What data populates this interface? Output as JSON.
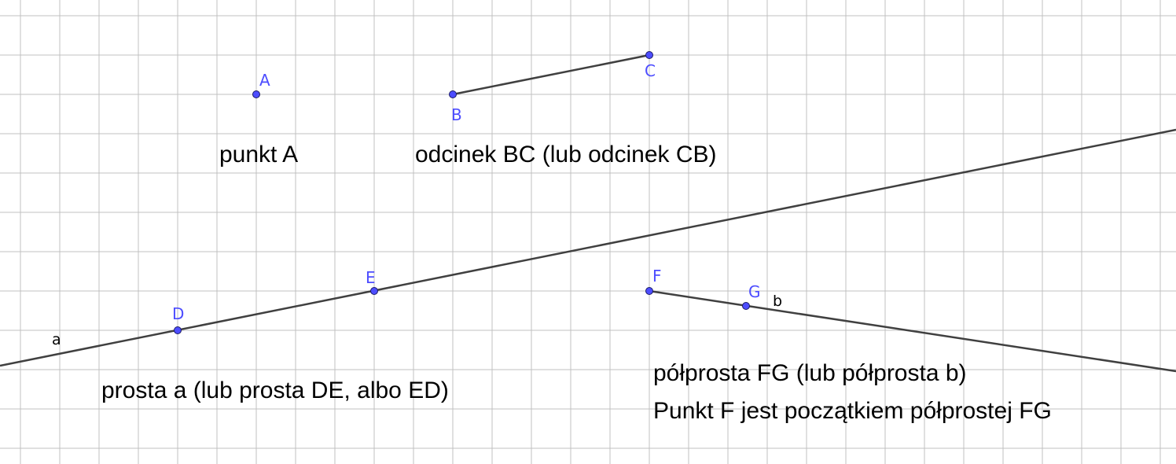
{
  "colors": {
    "background": "#ffffff",
    "grid": "#c0c0c0",
    "line": "#404040",
    "point_fill": "#4d4dff",
    "point_stroke": "#1a1a66",
    "point_label": "#4d4dff",
    "caption": "#000000"
  },
  "points": {
    "A": "A",
    "B": "B",
    "C": "C",
    "D": "D",
    "E": "E",
    "F": "F",
    "G": "G"
  },
  "objects": {
    "line": "a",
    "ray": "b"
  },
  "captions": {
    "point": "punkt A",
    "segment": "odcinek BC (lub odcinek CB)",
    "line": "prosta a (lub prosta DE, albo ED)",
    "ray": "półprosta FG (lub półprosta b)",
    "ray_note": "Punkt F jest początkiem półprostej FG"
  }
}
